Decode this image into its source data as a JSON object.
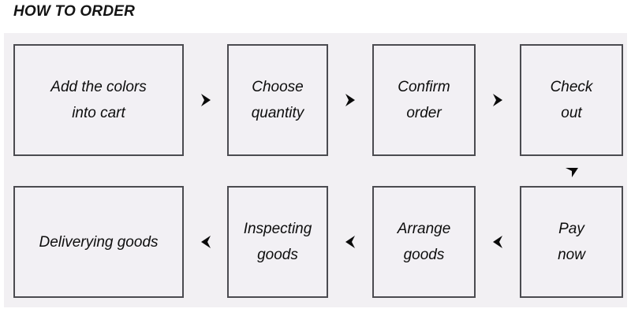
{
  "page": {
    "title": "HOW TO ORDER",
    "background_color": "#ffffff",
    "panel_color": "#f2f0f3",
    "box_fill_color": "#f2f0f4",
    "box_border_color": "#4b4b50",
    "text_color": "#0d0d0d"
  },
  "flow": {
    "row1": {
      "steps": [
        {
          "id": "add-to-cart",
          "lines": [
            "Add the colors",
            "into cart"
          ]
        },
        {
          "id": "choose-qty",
          "lines": [
            "Choose",
            "quantity"
          ]
        },
        {
          "id": "confirm-order",
          "lines": [
            "Confirm",
            "order"
          ]
        },
        {
          "id": "check-out",
          "lines": [
            "Check",
            "out"
          ]
        }
      ],
      "connectors": [
        "arrow-right",
        "arrow-right",
        "arrow-right"
      ]
    },
    "row2": {
      "steps": [
        {
          "id": "delivering",
          "lines": [
            "Deliverying goods"
          ]
        },
        {
          "id": "inspecting",
          "lines": [
            "Inspecting",
            "goods"
          ]
        },
        {
          "id": "arrange",
          "lines": [
            "Arrange",
            "goods"
          ]
        },
        {
          "id": "pay-now",
          "lines": [
            "Pay",
            "now"
          ]
        }
      ],
      "connectors": [
        "arrow-left",
        "arrow-left",
        "arrow-left"
      ]
    },
    "row_connector": "arrow-down"
  }
}
